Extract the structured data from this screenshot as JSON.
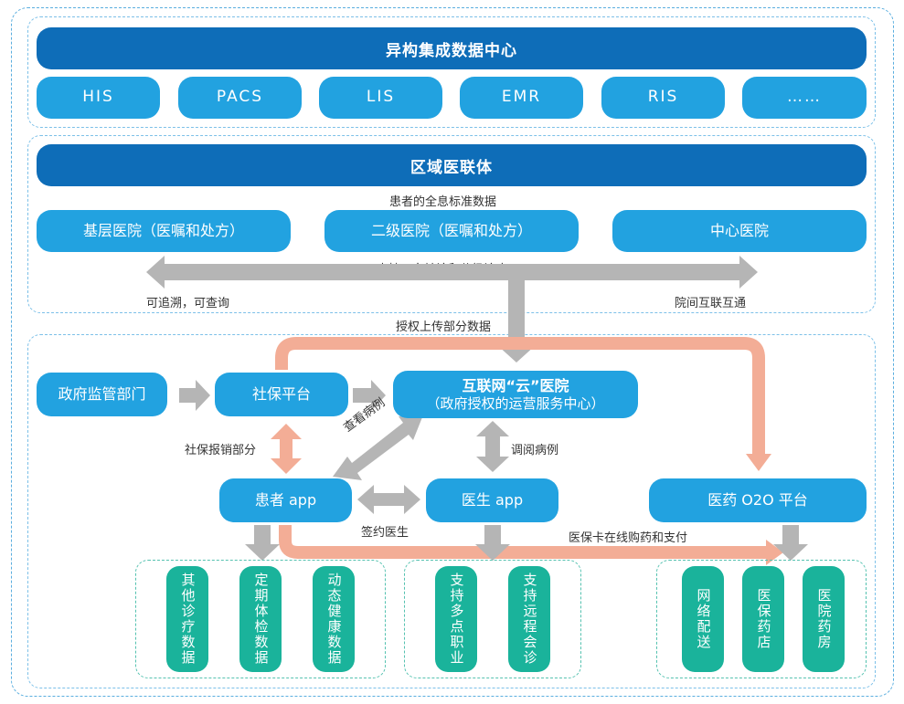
{
  "hub": {
    "title": "异构集成数据中心",
    "systems": [
      "HIS",
      "PACS",
      "LIS",
      "EMR",
      "RIS",
      "……"
    ]
  },
  "alliance": {
    "title": "区域医联体",
    "patient_data_label": "患者的全息标准数据",
    "hospitals": [
      "基层医院（医嘱和处方）",
      "二级医院（医嘱和处方）",
      "中心医院"
    ],
    "referral_label": "支持双向转诊和分级诊疗",
    "trace_label": "可追溯，可查询",
    "interconnect_label": "院间互联互通"
  },
  "upload_label": "授权上传部分数据",
  "platform": {
    "gov": "政府监管部门",
    "social": "社保平台",
    "cloud_title": "互联网“云”医院",
    "cloud_sub": "（政府授权的运营服务中心）",
    "patient_app": "患者 app",
    "doctor_app": "医生 app",
    "pharmacy": "医药 O2O 平台",
    "reimburse_label": "社保报销部分",
    "view_cases_label": "查看病例",
    "consult_cases_label": "调阅病例",
    "sign_doctor_label": "签约医生",
    "online_pay_label": "医保卡在线购药和支付"
  },
  "services": {
    "patient": [
      "其他诊疗数据",
      "定期体检数据",
      "动态健康数据"
    ],
    "doctor": [
      "支持多点职业",
      "支持远程会诊"
    ],
    "pharmacy": [
      "网络配送",
      "医保药店",
      "医院药房"
    ]
  },
  "colors": {
    "dark_blue": "#0e6db8",
    "light_blue": "#22a2e0",
    "teal": "#1ab39b",
    "gray_arrow": "#b5b5b5",
    "salmon_arrow": "#f3ad96"
  }
}
